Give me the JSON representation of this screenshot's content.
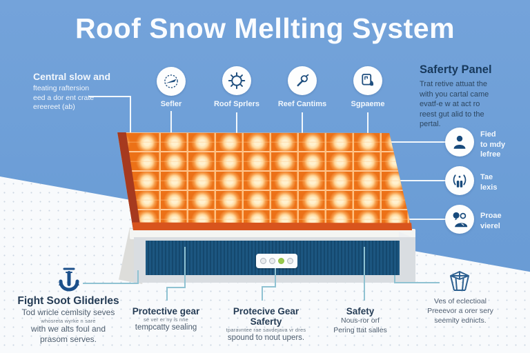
{
  "title": "Roof Snow Mellting System",
  "colors": {
    "background_blue": "#6B9DD6",
    "ground_white": "#F8FAFC",
    "roof_orange": "#EC7117",
    "roof_glow": "#FFE9BC",
    "roof_edge_red": "#A63A1F",
    "wall_navy": "#1C5680",
    "icon_navy": "#1E4E7E",
    "connector_teal": "#8FC2D2",
    "indicator_green": "#97C84D"
  },
  "left_note": {
    "heading": "Central slow and",
    "lines": [
      "fteating raftersion",
      "eed a dor ent crate",
      "ereereet (ab)"
    ]
  },
  "top_icons": [
    {
      "icon": "gauge-icon",
      "label": "Sefler"
    },
    {
      "icon": "sun-icon",
      "label": "Roof Sprlers"
    },
    {
      "icon": "wrench-icon",
      "label": "Reef Cantims"
    },
    {
      "icon": "panel-lever-icon",
      "label": "Sgpaeme"
    }
  ],
  "safety_note": {
    "heading": "Saferty Panel",
    "lines": [
      "Trat retive attuat the",
      "with you cartal came",
      "evatf-e w at act ro",
      "reest gut alid to the",
      "pertal."
    ]
  },
  "right_items": [
    {
      "icon": "person-icon",
      "lines": [
        "Fied",
        "to mdy",
        "lefree"
      ]
    },
    {
      "icon": "person-brackets-icon",
      "lines": [
        "Tae",
        "lexis"
      ]
    },
    {
      "icon": "person-chat-icon",
      "lines": [
        "Proae",
        "vierel"
      ]
    }
  ],
  "house": {
    "panel": {
      "indicators": [
        "off",
        "off",
        "on",
        "off"
      ]
    }
  },
  "bottom_items": [
    {
      "icon": "anchor-icon",
      "heading": "Fight Soot Gliderles",
      "lines": [
        "Tod wricle cemlsity seves",
        "whosreta wyrke n sare",
        "with we alts foul and",
        "prasom serves."
      ]
    },
    {
      "heading": "Protective gear",
      "lines": [
        "se ver er ny  is nne",
        "tempcatty sealing"
      ]
    },
    {
      "heading": "Protecive Gear Saferty",
      "lines": [
        "tparavntee rae savdejava vr dres",
        "spound to nout upers."
      ]
    },
    {
      "heading": "Safety",
      "lines": [
        "Nous-ror orf",
        "Pering ttat salles"
      ]
    },
    {
      "icon": "cage-icon",
      "lines": [
        "Ves of eclectioal",
        "Preeevor a orer sery",
        "seemity ednicts."
      ]
    }
  ]
}
